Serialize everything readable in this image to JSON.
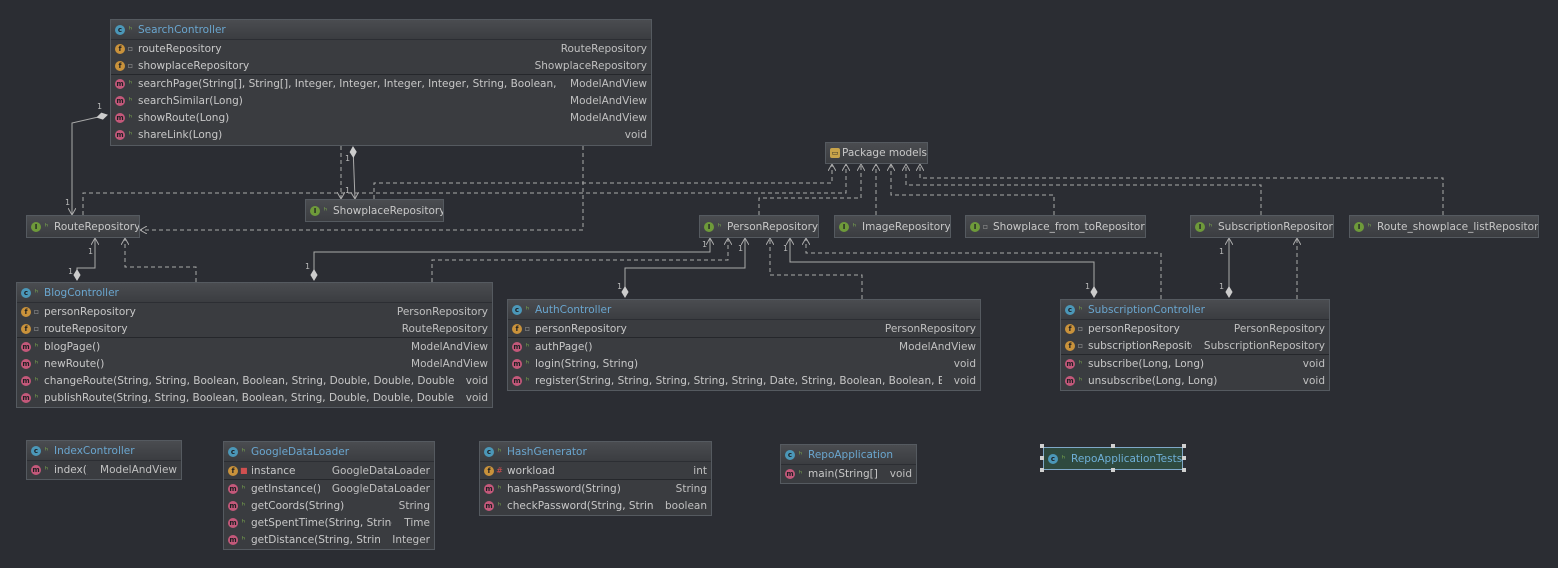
{
  "nodes": {
    "searchController": {
      "title": "SearchController",
      "fields": [
        {
          "name": "routeRepository",
          "type": "RouteRepository"
        },
        {
          "name": "showplaceRepository",
          "type": "ShowplaceRepository"
        }
      ],
      "methods": [
        {
          "name": "searchPage(String[], String[], Integer, Integer, Integer, Integer, String, Boolean, Boolean)",
          "type": "ModelAndView"
        },
        {
          "name": "searchSimilar(Long)",
          "type": "ModelAndView"
        },
        {
          "name": "showRoute(Long)",
          "type": "ModelAndView"
        },
        {
          "name": "shareLink(Long)",
          "type": "void"
        }
      ]
    },
    "packageModels": {
      "title": "Package models"
    },
    "showplaceRepository": {
      "title": "ShowplaceRepository"
    },
    "routeRepository": {
      "title": "RouteRepository"
    },
    "personRepository": {
      "title": "PersonRepository"
    },
    "imageRepository": {
      "title": "ImageRepository"
    },
    "showplaceFromToRepository": {
      "title": "Showplace_from_toRepository"
    },
    "subscriptionRepository": {
      "title": "SubscriptionRepository"
    },
    "routeShowplaceListRepository": {
      "title": "Route_showplace_listRepository"
    },
    "blogController": {
      "title": "BlogController",
      "fields": [
        {
          "name": "personRepository",
          "type": "PersonRepository"
        },
        {
          "name": "routeRepository",
          "type": "RouteRepository"
        }
      ],
      "methods": [
        {
          "name": "blogPage()",
          "type": "ModelAndView"
        },
        {
          "name": "newRoute()",
          "type": "ModelAndView"
        },
        {
          "name": "changeRoute(String, String, Boolean, Boolean, String, Double, Double, Double, Long)",
          "type": "void"
        },
        {
          "name": "publishRoute(String, String, Boolean, Boolean, String, Double, Double, Double, Long)",
          "type": "void"
        }
      ]
    },
    "authController": {
      "title": "AuthController",
      "fields": [
        {
          "name": "personRepository",
          "type": "PersonRepository"
        }
      ],
      "methods": [
        {
          "name": "authPage()",
          "type": "ModelAndView"
        },
        {
          "name": "login(String, String)",
          "type": "void"
        },
        {
          "name": "register(String, String, String, String, String, Date, String, Boolean, Boolean, Boolean)",
          "type": "void"
        }
      ]
    },
    "subscriptionController": {
      "title": "SubscriptionController",
      "fields": [
        {
          "name": "personRepository",
          "type": "PersonRepository"
        },
        {
          "name": "subscriptionRepository",
          "type": "SubscriptionRepository"
        }
      ],
      "methods": [
        {
          "name": "subscribe(Long, Long)",
          "type": "void"
        },
        {
          "name": "unsubscribe(Long, Long)",
          "type": "void"
        }
      ]
    },
    "indexController": {
      "title": "IndexController",
      "methods": [
        {
          "name": "index()",
          "type": "ModelAndView"
        }
      ]
    },
    "googleDataLoader": {
      "title": "GoogleDataLoader",
      "fields": [
        {
          "name": "instance",
          "type": "GoogleDataLoader"
        }
      ],
      "methods": [
        {
          "name": "getInstance()",
          "type": "GoogleDataLoader"
        },
        {
          "name": "getCoords(String)",
          "type": "String"
        },
        {
          "name": "getSpentTime(String, String)",
          "type": "Time"
        },
        {
          "name": "getDistance(String, String)",
          "type": "Integer"
        }
      ]
    },
    "hashGenerator": {
      "title": "HashGenerator",
      "fields": [
        {
          "name": "workload",
          "type": "int"
        }
      ],
      "methods": [
        {
          "name": "hashPassword(String)",
          "type": "String"
        },
        {
          "name": "checkPassword(String, String)",
          "type": "boolean"
        }
      ]
    },
    "repoApplication": {
      "title": "RepoApplication",
      "methods": [
        {
          "name": "main(String[])",
          "type": "void"
        }
      ]
    },
    "repoApplicationTests": {
      "title": "RepoApplicationTests"
    }
  },
  "multiplicity": "1",
  "colors": {
    "background": "#2b2d33",
    "node": "#3a3c40",
    "class_title": "#6aa6cf",
    "edge": "#aaaaaa"
  }
}
